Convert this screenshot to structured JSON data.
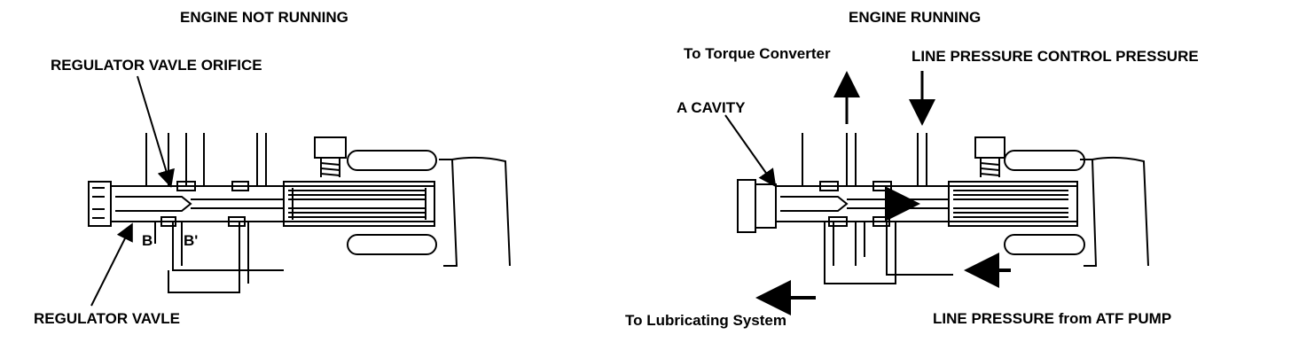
{
  "left_panel": {
    "title": "ENGINE NOT RUNNING",
    "labels": {
      "orifice": "REGULATOR VAVLE ORIFICE",
      "valve": "REGULATOR VAVLE",
      "port_b": "B",
      "port_b_prime": "B'"
    }
  },
  "right_panel": {
    "title": "ENGINE RUNNING",
    "labels": {
      "torque_converter": "To Torque Converter",
      "line_pressure_control": "LINE PRESSURE CONTROL PRESSURE",
      "cavity": "A CAVITY",
      "lubricating": "To Lubricating System",
      "line_pressure_pump": "LINE PRESSURE from ATF PUMP"
    }
  },
  "colors": {
    "ink": "#000000",
    "background": "#ffffff"
  }
}
